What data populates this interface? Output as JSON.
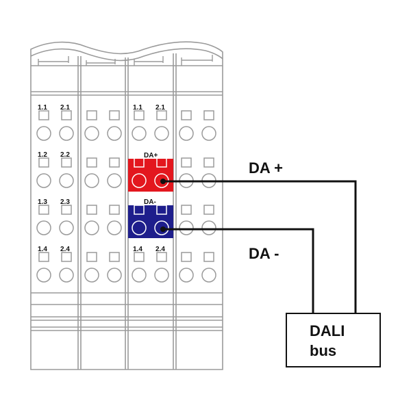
{
  "module": {
    "labels": {
      "col1": [
        [
          "1.1",
          "2.1"
        ],
        [
          "1.2",
          "2.2"
        ],
        [
          "1.3",
          "2.3"
        ],
        [
          "1.4",
          "2.4"
        ]
      ],
      "col3": [
        [
          "1.1",
          "2.1"
        ],
        [
          "1.4",
          "2.4"
        ]
      ]
    },
    "da_plus": "DA+",
    "da_minus": "DA-"
  },
  "wires": {
    "da_plus_label": "DA +",
    "da_minus_label": "DA -"
  },
  "dali_box": {
    "line1": "DALI",
    "line2": "bus"
  },
  "colors": {
    "da_plus_fill": "#e3171e",
    "da_minus_fill": "#1e1e8c",
    "outline": "#9a9a9a",
    "wire": "#111111"
  }
}
